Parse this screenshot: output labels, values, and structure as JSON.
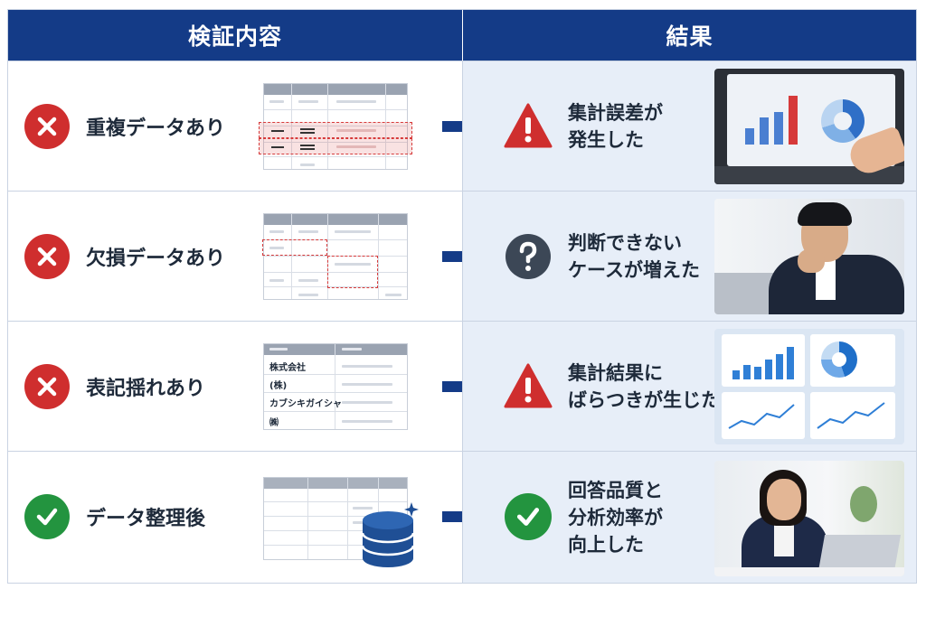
{
  "header": {
    "left_title": "検証内容",
    "right_title": "結果"
  },
  "rows": [
    {
      "status": "ng",
      "status_icon": "x-icon",
      "label": "重複データあり",
      "result_icon": "warning-icon",
      "result_lines": [
        "集計誤差が",
        "発生した"
      ],
      "photo": "laptop-chart-pointing-photo"
    },
    {
      "status": "ng",
      "status_icon": "x-icon",
      "label": "欠損データあり",
      "result_icon": "question-icon",
      "result_lines": [
        "判断できない",
        "ケースが増えた"
      ],
      "photo": "businessman-thinking-photo"
    },
    {
      "status": "ng",
      "status_icon": "x-icon",
      "label": "表記揺れあり",
      "result_icon": "warning-icon",
      "result_lines": [
        "集計結果に",
        "ばらつきが生じた"
      ],
      "photo": "dashboard-charts-photo",
      "table_cells": [
        "株式会社",
        "(株)",
        "カブシキガイシャ",
        "㈱"
      ]
    },
    {
      "status": "ok",
      "status_icon": "check-icon",
      "label": "データ整理後",
      "result_icon": "check-icon",
      "result_lines": [
        "回答品質と",
        "分析効率が",
        "向上した"
      ],
      "photo": "businesswoman-laptop-photo"
    }
  ],
  "colors": {
    "header": "#143b87",
    "ng": "#cf2e2e",
    "ok": "#23943f",
    "arrow": "#143b87",
    "result_bg": "#e7eef8"
  }
}
